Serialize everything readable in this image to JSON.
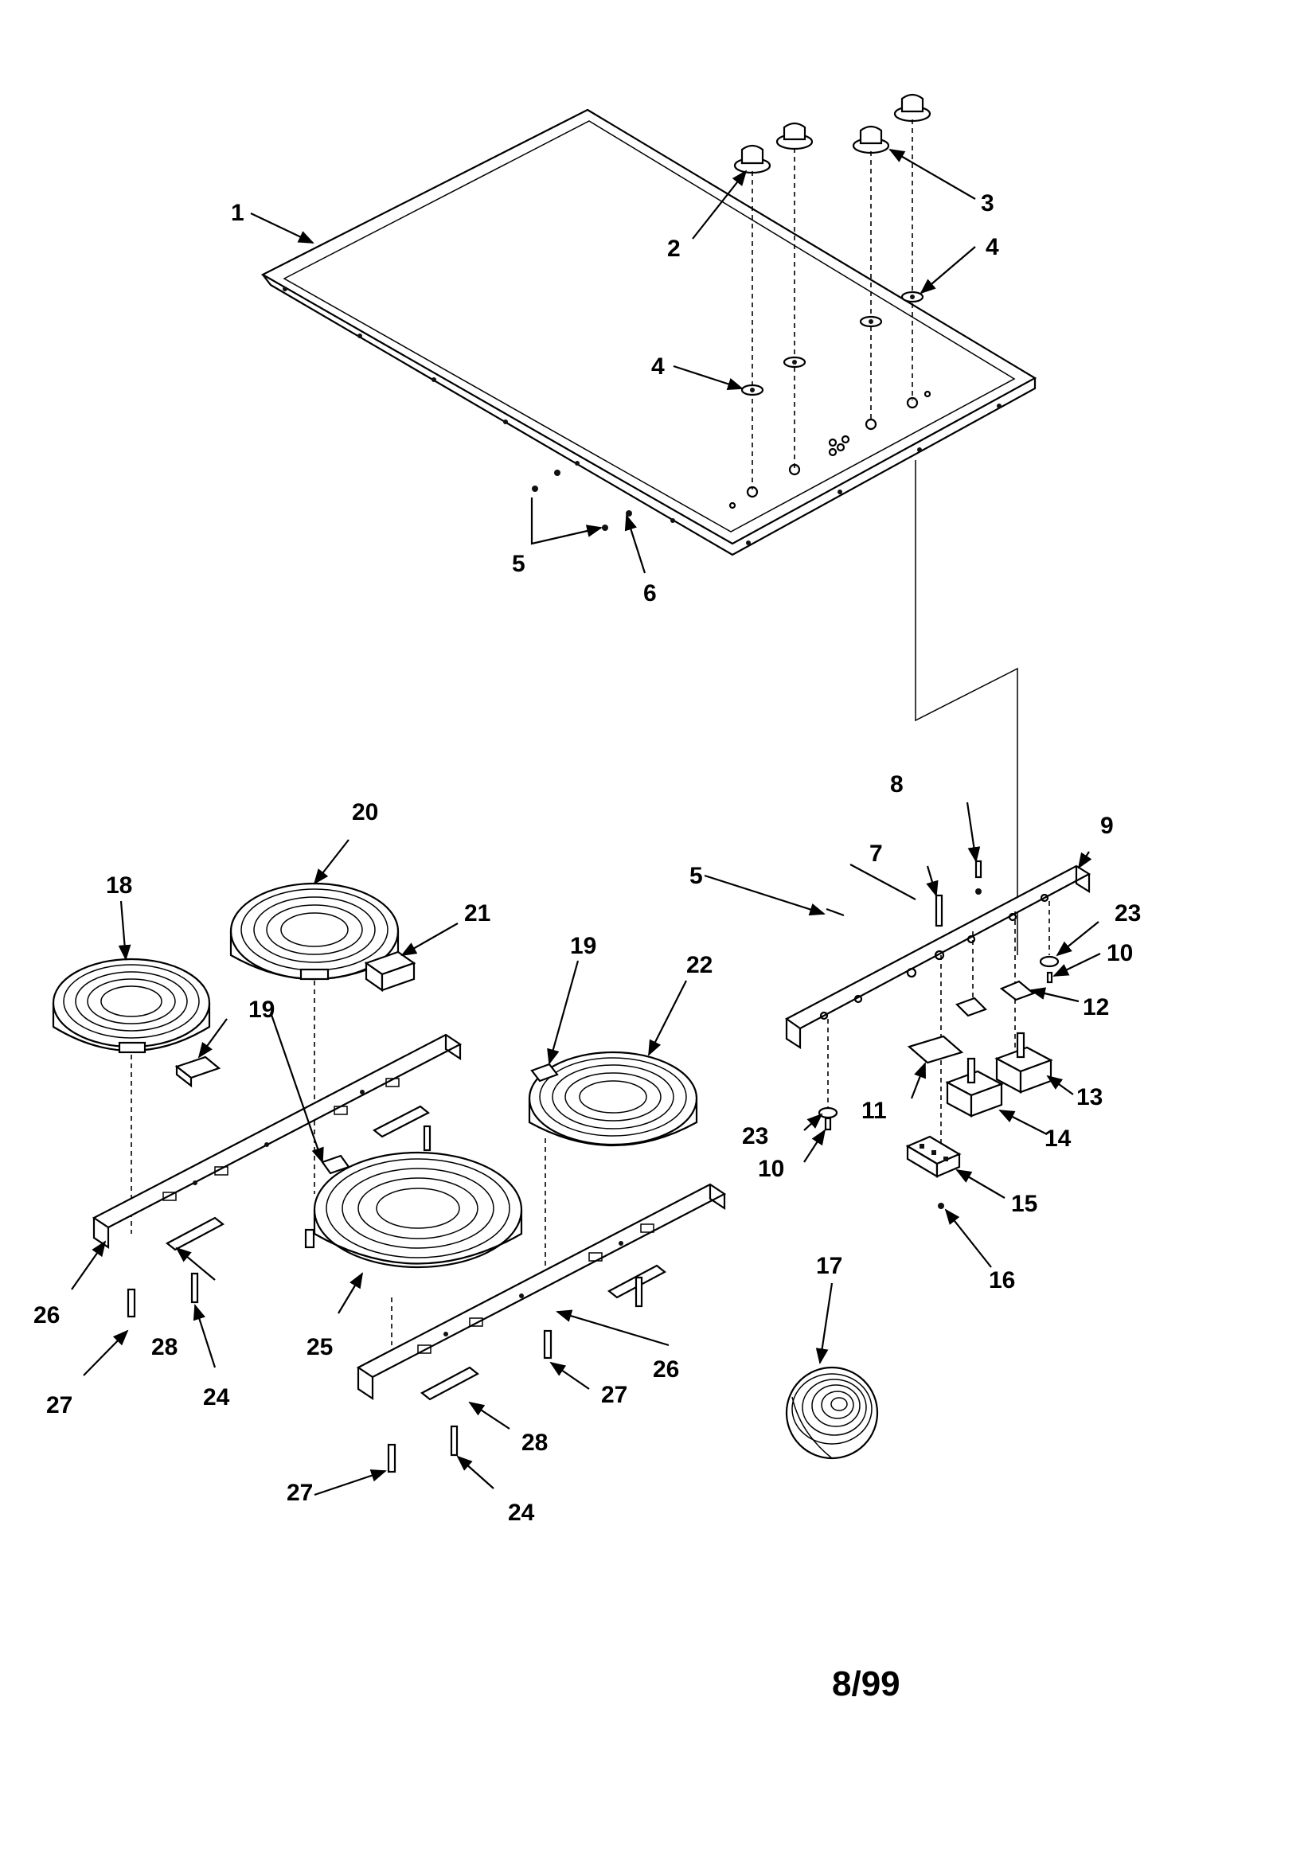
{
  "callouts": [
    "1",
    "2",
    "3",
    "4",
    "4",
    "5",
    "6",
    "5",
    "7",
    "8",
    "9",
    "10",
    "10",
    "11",
    "12",
    "13",
    "14",
    "15",
    "16",
    "17",
    "18",
    "19",
    "19",
    "20",
    "21",
    "22",
    "23",
    "23",
    "24",
    "24",
    "25",
    "26",
    "26",
    "27",
    "27",
    "27",
    "28",
    "28"
  ],
  "footer_date": "8/99"
}
